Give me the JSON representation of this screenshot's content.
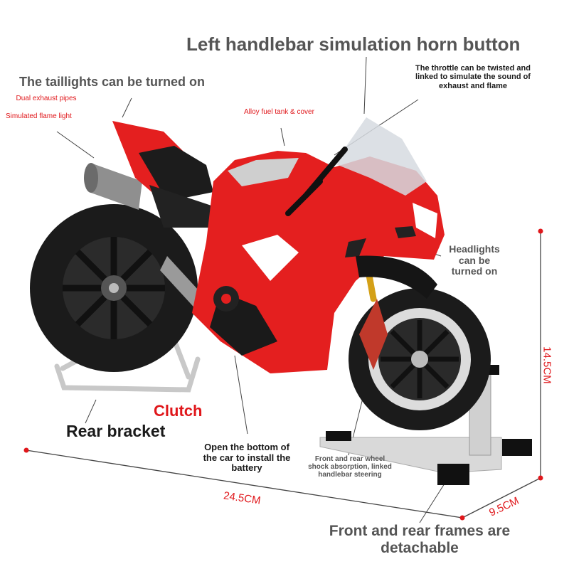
{
  "labels": {
    "horn_button": "Left handlebar simulation horn button",
    "taillights": "The taillights can be turned on",
    "exhaust_pipes": "Dual exhaust pipes",
    "flame_light": "Simulated flame light",
    "fuel_tank": "Alloy fuel tank & cover",
    "throttle": "The throttle can be twisted and linked to simulate the sound of exhaust and flame",
    "headlights": "Headlights can be turned on",
    "clutch": "Clutch",
    "rear_bracket": "Rear bracket",
    "battery": "Open the bottom of the car to install the battery",
    "shock_absorption": "Front and rear wheel shock absorption, linked handlebar steering",
    "frames": "Front and rear frames are detachable"
  },
  "dimensions": {
    "length": "24.5CM",
    "width": "9.5CM",
    "height": "14.5CM"
  },
  "colors": {
    "body_red": "#e41f1f",
    "label_red": "#e0171b",
    "label_grey": "#555555"
  }
}
